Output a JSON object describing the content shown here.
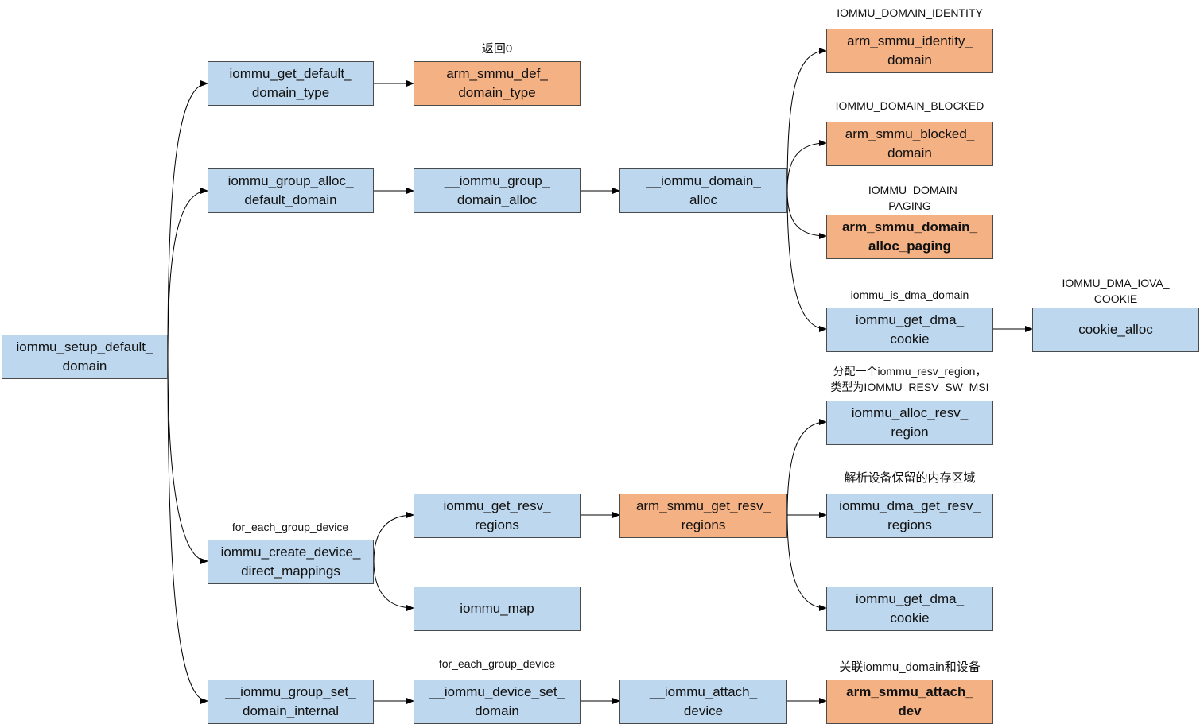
{
  "nodes": {
    "setup_default_domain": "iommu_setup_default_\ndomain",
    "get_default_domain_type": "iommu_get_default_\ndomain_type",
    "arm_def_domain_type": "arm_smmu_def_\ndomain_type",
    "group_alloc_default_domain": "iommu_group_alloc_\ndefault_domain",
    "iommu_group_domain_alloc": "__iommu_group_\ndomain_alloc",
    "iommu_domain_alloc": "__iommu_domain_\nalloc",
    "arm_identity_domain": "arm_smmu_identity_\ndomain",
    "arm_blocked_domain": "arm_smmu_blocked_\ndomain",
    "arm_domain_alloc_paging": "arm_smmu_domain_\nalloc_paging",
    "get_dma_cookie_1": "iommu_get_dma_\ncookie",
    "cookie_alloc": "cookie_alloc",
    "alloc_resv_region": "iommu_alloc_resv_\nregion",
    "get_resv_regions": "iommu_get_resv_\nregions",
    "arm_get_resv_regions": "arm_smmu_get_resv_\nregions",
    "dma_get_resv_regions": "iommu_dma_get_resv_\nregions",
    "create_device_direct_mappings": "iommu_create_device_\ndirect_mappings",
    "iommu_map": "iommu_map",
    "get_dma_cookie_2": "iommu_get_dma_\ncookie",
    "group_set_domain_internal": "__iommu_group_set_\ndomain_internal",
    "device_set_domain": "__iommu_device_set_\ndomain",
    "attach_device": "__iommu_attach_\ndevice",
    "arm_attach_dev": "arm_smmu_attach_\ndev"
  },
  "labels": {
    "return0": "返回0",
    "domain_identity": "IOMMU_DOMAIN_IDENTITY",
    "domain_blocked": "IOMMU_DOMAIN_BLOCKED",
    "domain_paging": "__IOMMU_DOMAIN_\nPAGING",
    "is_dma_domain": "iommu_is_dma_domain",
    "dma_iova_cookie": "IOMMU_DMA_IOVA_\nCOOKIE",
    "alloc_resv_note": "分配一个iommu_resv_region，\n类型为IOMMU_RESV_SW_MSI",
    "parse_reserved": "解析设备保留的内存区域",
    "for_each_group_device_1": "for_each_group_device",
    "for_each_group_device_2": "for_each_group_device",
    "associate_domain": "关联iommu_domain和设备"
  },
  "colors": {
    "blue_fill": "#bdd7ee",
    "orange_fill": "#f4b183",
    "border": "#4a4a4a",
    "arrow": "#000000"
  }
}
